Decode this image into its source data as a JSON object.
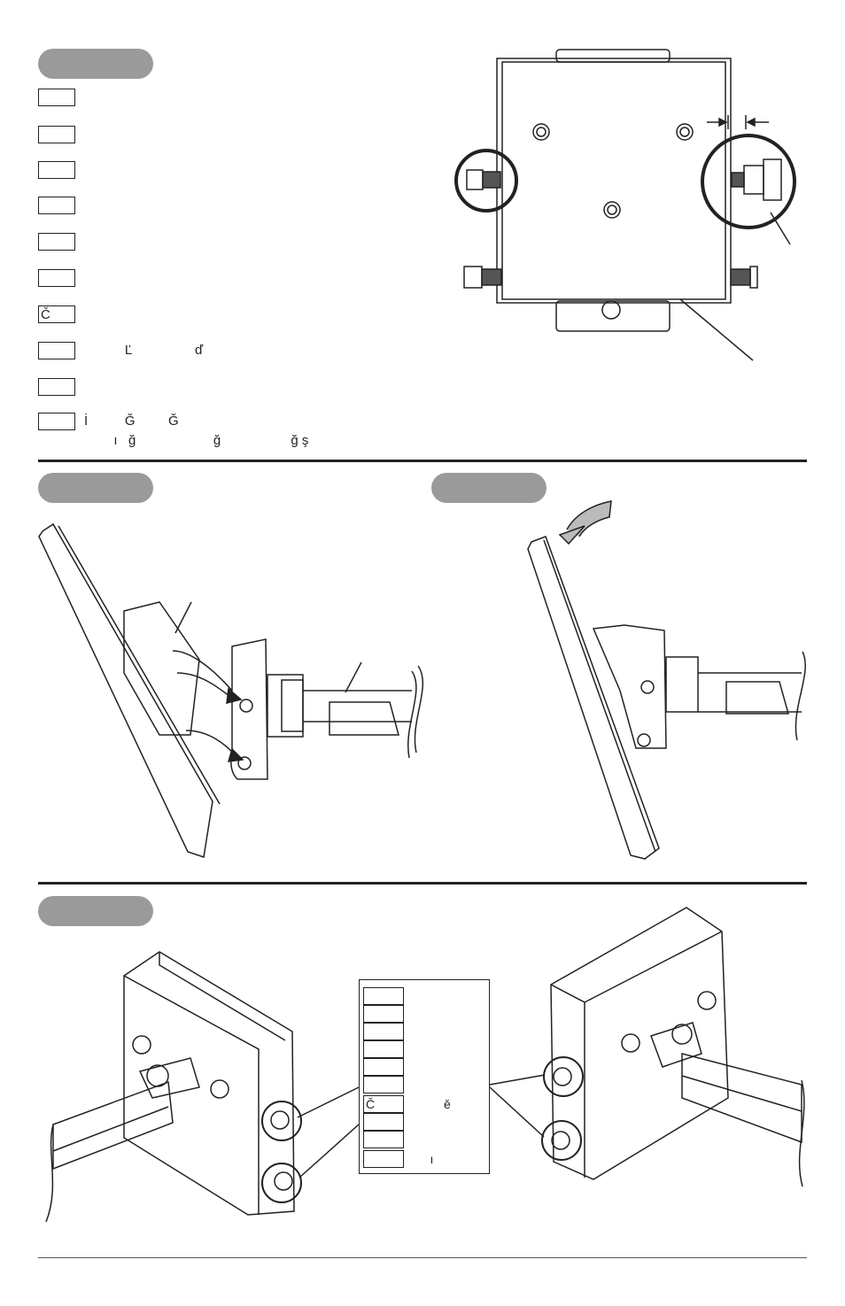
{
  "language_list": [
    {
      "code": "",
      "text": ""
    },
    {
      "code": "",
      "text": ""
    },
    {
      "code": "",
      "text": ""
    },
    {
      "code": "",
      "text": ""
    },
    {
      "code": "",
      "text": ""
    },
    {
      "code": "",
      "text": ""
    },
    {
      "code": "Č",
      "text": ""
    },
    {
      "code": "",
      "text": "           Ľ                 ď"
    },
    {
      "code": "",
      "text": ""
    },
    {
      "code": "",
      "text": "İ          Ğ         Ğ",
      "text2": "        ı   ğ                     ğ                   ğ ş"
    }
  ],
  "legend_rows": [
    {
      "code": "",
      "text": ""
    },
    {
      "code": "",
      "text": ""
    },
    {
      "code": "",
      "text": ""
    },
    {
      "code": "",
      "text": ""
    },
    {
      "code": "",
      "text": ""
    },
    {
      "code": "",
      "text": ""
    },
    {
      "code": "Č",
      "text": "         ě"
    },
    {
      "code": "",
      "text": ""
    },
    {
      "code": "",
      "text": ""
    },
    {
      "code": "",
      "text": "     ı"
    }
  ],
  "colors": {
    "pill": "#9a9a9a",
    "line": "#222222"
  }
}
